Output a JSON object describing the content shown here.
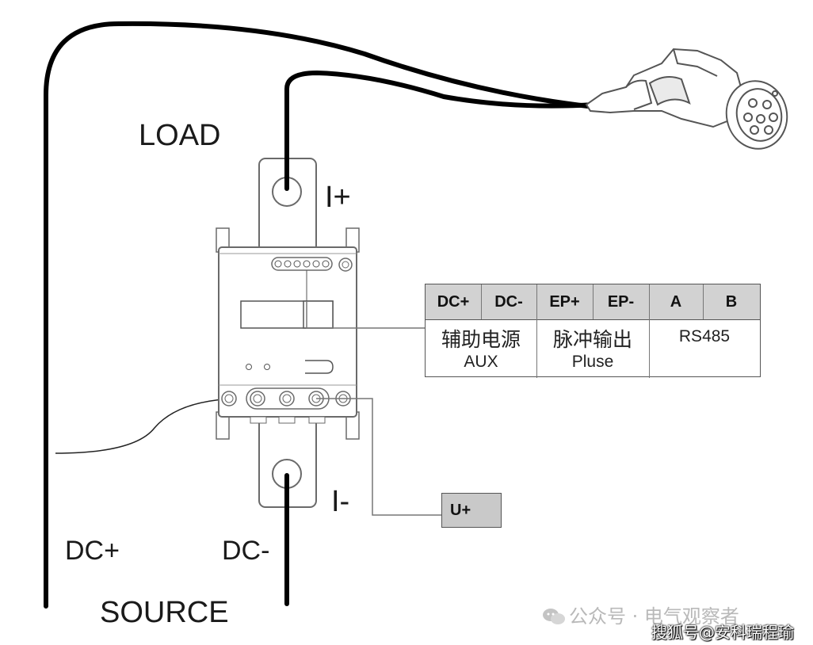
{
  "labels": {
    "load": "LOAD",
    "i_plus": "I+",
    "i_minus": "I-",
    "dc_plus": "DC+",
    "dc_minus": "DC-",
    "source": "SOURCE",
    "u_plus": "U+"
  },
  "terminal_table": {
    "headers": [
      "DC+",
      "DC-",
      "EP+",
      "EP-",
      "A",
      "B"
    ],
    "groups": [
      {
        "cn": "辅助电源",
        "en": "AUX"
      },
      {
        "cn": "脉冲输出",
        "en": "Pluse"
      },
      {
        "cn": "",
        "en": "RS485"
      }
    ]
  },
  "watermark": {
    "line1": "公众号 · 电气观察者",
    "line2": "搜狐号@安科瑞程瑜"
  },
  "colors": {
    "cable": "#000000",
    "outline": "#6a6a6a",
    "table_header": "#d2d2d2",
    "uplus_box": "#c9c9c9"
  }
}
